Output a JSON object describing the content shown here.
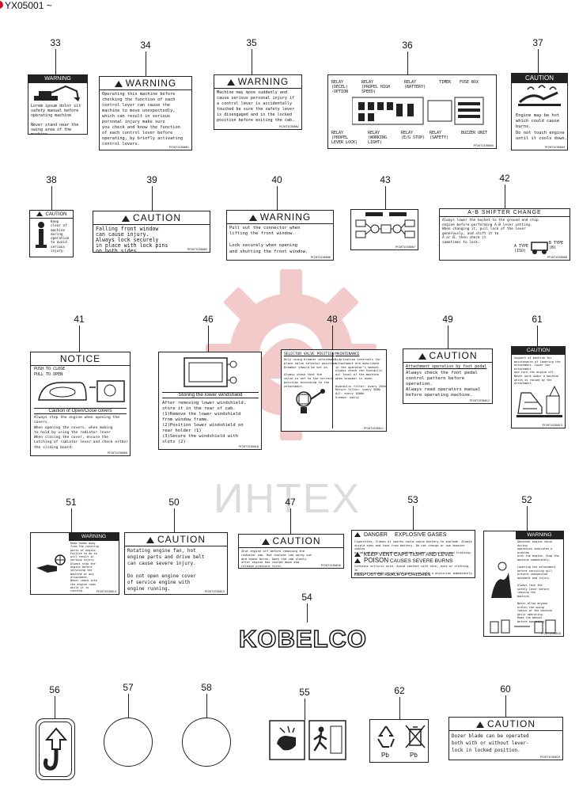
{
  "header": {
    "code": "YX05001 ~"
  },
  "watermark": {
    "text": "ИНТЕХ",
    "color": "#e8a4a4"
  },
  "callouts": [
    "33",
    "34",
    "35",
    "36",
    "37",
    "38",
    "39",
    "40",
    "43",
    "42",
    "41",
    "46",
    "48",
    "49",
    "61",
    "51",
    "50",
    "47",
    "53",
    "52",
    "54",
    "56",
    "57",
    "58",
    "55",
    "62",
    "60"
  ],
  "labels": {
    "l33": {
      "head": "WARNING",
      "body": "Lorem ipsum dolor sit\nsafety manual before\noperating machine\n\nNever stand near the\nswing area of the\nmachine."
    },
    "l34": {
      "head": "WARNING",
      "body": "Operating this machine before\nchecking the function of each\ncontrol lever can cause the\nmachine to move unexpectedly,\nwhich can result in serious\npersonal injury make sure\nyou check and know the function\nof each control lever before\noperating, by briefly activating\ncontrol levers.",
      "code": "PY20T1S30001"
    },
    "l35": {
      "head": "WARNING",
      "body": "Machine may move suddenly and\ncause serious personal injury if\na control lever is accidentally\ntouched be sure the safety lever\nis disengaged and in the locked\nposition before exiting the cab.",
      "code": "PY20T1S30002"
    },
    "l36": {
      "top1": "RELAY\n(DECEL)\n-OPTION",
      "top2": "RELAY\n(PROPEL HIGH\nSPEED)",
      "top3": "RELAY\n(BATTERY)",
      "top4": "TIMER",
      "top5": "FUSE BOX",
      "bot1": "RELAY\n(PROPEL\nLEVER LOCK)",
      "bot2": "RELAY\n(WORKING\nLIGHT)",
      "bot3": "RELAY\n(E/G STOP)",
      "bot4": "RELAY\n(SAFETY)",
      "bot5": "BUZZER UNIT",
      "code": "PY20T1S30003"
    },
    "l37": {
      "head": "CAUTION",
      "body": "Engine may be hot\nwhich could cause\nburns.\nDo not touch engine\nuntil it cools down.",
      "code": "PY20T1S30004"
    },
    "l38": {
      "head": "CAUTION",
      "body": "Keep\nclear of\nmachine\nduring\noperation\nto avoid\nserious\ninjury."
    },
    "l39": {
      "head": "CAUTION",
      "body": "Falling front window\ncan cause injury.\nAlways lock securely\nin place with lock pins\non both sides.",
      "code": "PY20T1S30005"
    },
    "l40": {
      "head": "WARNING",
      "body": "Pull out the connector when\nlifting the front window.\n\nLock securely when opening\nand shutting the front window.",
      "code": "PY20T1S30006"
    },
    "l43": {
      "code": "PY20T1S30007"
    },
    "l42": {
      "head": "A-B SHIFTER CHANGE",
      "body": "Always lower the bucket to the ground and stop\nengine before performing A-B lever setting.\nWhen changing it, pull lock of the lever\ngenerously, and shift it to\nA or B, then check it\nsometimes to lock.",
      "a": "A TYPE\n(ISO)",
      "b": "B TYPE\n(B)",
      "code": "PY20T1S30008"
    },
    "l41": {
      "head": "NOTICE",
      "push": "PUSH TO CLOSE",
      "pull": "PULL TO OPEN",
      "sub": "Caution of Open/Close covers",
      "body": "Always stop the engine when opening the\ncovers.\nWhen opening the covers, when making\nto hold by using the radiator lever\nWhen closing the cover, ensure the\nLatching of radiator lever and check either\nthe sliding board.",
      "code": "PY20T1S30009"
    },
    "l46": {
      "sub": "Storing the lower windshield",
      "body": "After removing lower windshield,\nstore it in the rear of cab.\n(1)Remove the lower windshield\n   from window frame.\n(2)Position lower windshield on\n   rear holder (1)\n(3)Secure the windshield with\n   slots (2)",
      "code": "PY20T1S30010"
    },
    "l48": {
      "h1": "SELECTOR VALVE POSITION",
      "h2": "MAINTENANCE",
      "body1": "Only using breaker attachment\nplace valve selector position\nBreaker should be set on\n\nAlways check that the\nvalve is set to the correct\nposition according to the\nattachment.",
      "body2": "Lubrication intervals for\nattachment are described\nin the operator's manual.\nAlways check the hydraulic\noil level of the machine\nwhen breaker is used.\n\nHydraulic filter:  every 250h\nReturn filter:     every 500h\nOil:               every 1000h\nGrease:            daily",
      "code": "PY20T1S30011"
    },
    "l49": {
      "head": "CAUTION",
      "sub": "Attachment operation by foot pedal",
      "body": "Always check the foot pedal\ncontrol pattern before\noperation.\nAlways read operators manual\nbefore operating machine.",
      "code": "PY20T1S30012"
    },
    "l61": {
      "head": "CAUTION",
      "body": "Support of machine for\nmaintenance of lowering the\nattachment. Lower the attachment\nand turn the engine off.\nNever work under a machine\nwhich is raised by the\nattachment.",
      "code": "PY20T1S30013"
    },
    "l51": {
      "head": "WARNING",
      "body": "Keep hands away\nfrom the rotating\nparts of engine.\nFailure to do so\nwill result in\nserious injury.\nAlways stop the\nengine before\nservicing the\nmachine or any\nattachment.\nNever reach into\nthe engine room\nwhile it is\nrunning.",
      "code": "PY20T1S30014"
    },
    "l50": {
      "head": "CAUTION",
      "body": "Rotating engine fan, hot\nengine parts and drive belt\ncan cause severe injury.\n\nDo not open engine cover\nof service engine with\nengine running.",
      "code": "PY20T1S30015"
    },
    "l47": {
      "head": "CAUTION",
      "body": "Shut engine off before removing the\nradiator cap. Hot coolant can spray out\nand cause burns. Open the cap slowly\nafter engine has cooled down and\nrelease pressure first.",
      "code": "PY20T1S30016"
    },
    "l53": {
      "danger": "DANGER",
      "title": "EXPLOSIVE GASES",
      "body1": "Cigarettes, flames or sparks could cause battery to explode. Always\nshield eyes and face from battery. Do not charge or use booster cables\nor adjust post connections without proper instruction and training.",
      "keep": "KEEP VENT CAPS TIGHT AND LEVEL",
      "poison": "POISON",
      "burns": "CAUSES SEVERE BURNS",
      "body2": "Contains sulfuric acid. Avoid contact with skin, eyes or clothing. In\nevent of accident flush with water and call a physician immediately.",
      "keepout": "KEEP OUT OF REACH OF CHILDREN",
      "code": "PY20T1S30017"
    },
    "l52": {
      "head": "WARNING",
      "body": "Abnormal engine noise during\noperation indicates a problem\nwith the engine. Stop the\nmachine immediately.\n\nLowering the attachment\nbefore servicing will\nprevent unexpected\nmovement and injury.\n\nAlways lock the\nsafety lever before\nleaving the\nmachine.\n\nNever allow anyone\nwithin the swing\nradius of the machine\nwhile operating.\nRead the manual\nbefore operating.",
      "code": "PY20T1S30018"
    },
    "l54": {
      "brand": "KOBELCO"
    },
    "l62": {
      "pb1": "Pb",
      "pb2": "Pb"
    },
    "l60": {
      "head": "CAUTION",
      "body": "Dozer blade can be operated\nboth with or without lever-\nlock in locked position.",
      "code": "PY20T1S30019"
    }
  }
}
